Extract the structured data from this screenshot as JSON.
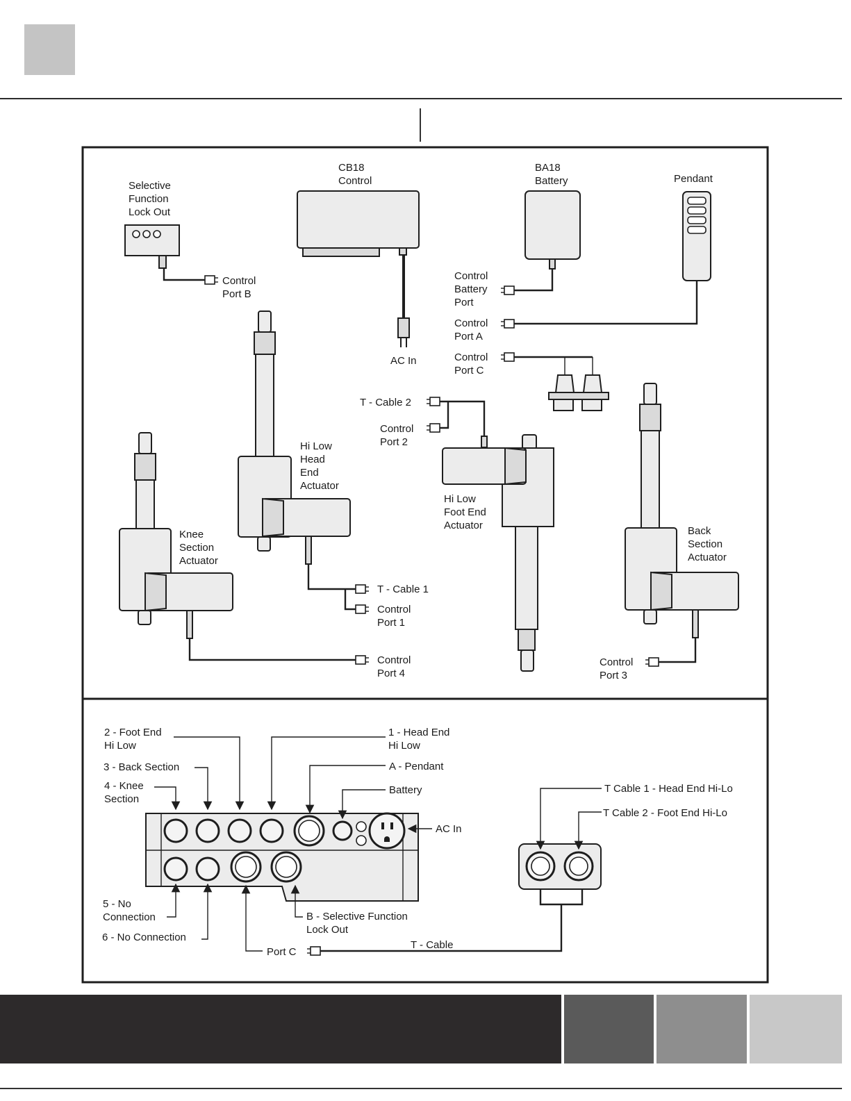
{
  "top_diagram": {
    "selective_lockout": {
      "title": [
        "Selective",
        "Function",
        "Lock Out"
      ],
      "port": [
        "Control",
        "Port B"
      ]
    },
    "cb18": {
      "title": [
        "CB18",
        "Control"
      ],
      "ac_in": "AC In"
    },
    "ba18": {
      "title": [
        "BA18",
        "Battery"
      ],
      "port": [
        "Control",
        "Battery",
        "Port"
      ]
    },
    "pendant": {
      "title": "Pendant",
      "port": [
        "Control",
        "Port A"
      ]
    },
    "port_c": [
      "Control",
      "Port C"
    ],
    "foot_actuator": {
      "title": [
        "Hi Low",
        "Foot End",
        "Actuator"
      ],
      "t_cable": "T - Cable 2",
      "port": [
        "Control",
        "Port 2"
      ]
    },
    "head_actuator": {
      "title": [
        "Hi Low",
        "Head",
        "End",
        "Actuator"
      ],
      "t_cable": "T - Cable 1",
      "port": [
        "Control",
        "Port 1"
      ]
    },
    "knee_actuator": {
      "title": [
        "Knee",
        "Section",
        "Actuator"
      ],
      "port": [
        "Control",
        "Port 4"
      ]
    },
    "back_actuator": {
      "title": [
        "Back",
        "Section",
        "Actuator"
      ],
      "port": [
        "Control",
        "Port 3"
      ]
    }
  },
  "bottom_diagram": {
    "labels": {
      "foot_end": [
        "2 - Foot End",
        "Hi Low"
      ],
      "head_end": [
        "1 - Head End",
        "Hi Low"
      ],
      "back_section": "3 - Back Section",
      "pendant": "A - Pendant",
      "knee": [
        "4 - Knee",
        "Section"
      ],
      "battery": "Battery",
      "ac_in": "AC In",
      "no_conn_5": [
        "5 - No",
        "Connection"
      ],
      "no_conn_6": "6 - No Connection",
      "selective": [
        "B - Selective Function",
        "Lock Out"
      ],
      "port_c": "Port C",
      "t_cable": "T - Cable",
      "t_cable_1": "T Cable 1 - Head End Hi-Lo",
      "t_cable_2": "T Cable 2 - Foot End Hi-Lo"
    }
  },
  "colors": {
    "footer_dark": "#2d2a2b",
    "footer_mid": "#5a5a5a",
    "footer_light": "#8e8e8e",
    "footer_lightest": "#c8c8c8",
    "corner_square": "#c4c4c4"
  }
}
